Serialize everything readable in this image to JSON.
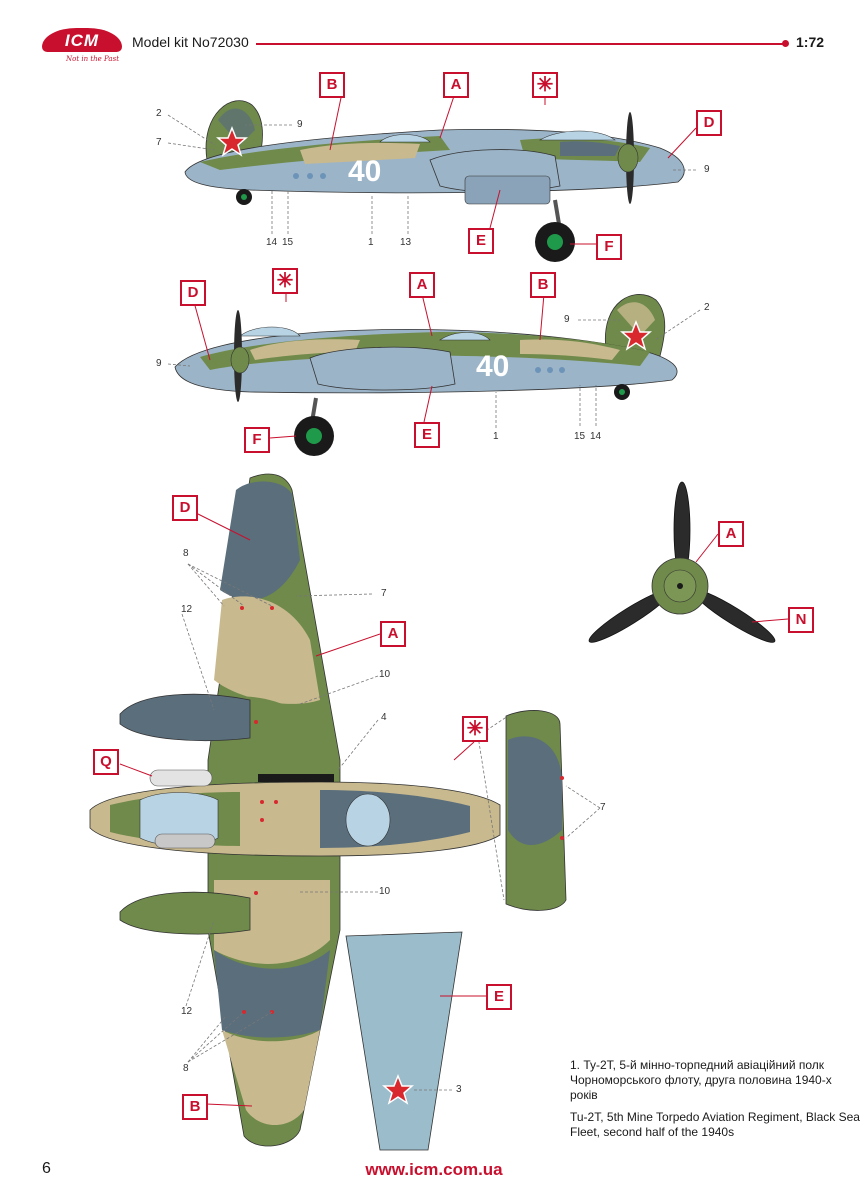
{
  "header": {
    "brand": "ICM",
    "tagline": "Not in the Past",
    "kit_label": "Model kit No72030",
    "scale": "1:72"
  },
  "callouts": {
    "A": "A",
    "B": "B",
    "D": "D",
    "E": "E",
    "F": "F",
    "N": "N",
    "Q": "Q",
    "star": "✳"
  },
  "numbers": {
    "n1": "1",
    "n2": "2",
    "n3": "3",
    "n4": "4",
    "n7": "7",
    "n8": "8",
    "n9": "9",
    "n10": "10",
    "n12": "12",
    "n13": "13",
    "n14": "14",
    "n15": "15"
  },
  "aircraft_code": "40",
  "caption": {
    "ua": "1. Ту-2Т, 5-й мінно-торпедний авіаційний полк Чорноморського флоту, друга половина 1940-х років",
    "en": "Tu-2T, 5th Mine Torpedo Aviation Regiment, Black Sea Fleet, second half of the 1940s"
  },
  "footer": {
    "page_number": "6",
    "website": "www.icm.com.ua"
  },
  "colors": {
    "brand_red": "#c8102e",
    "camo_green": "#6f8a4a",
    "camo_sand": "#c8b98e",
    "camo_grey_blue": "#5a6e7c",
    "underside_blue": "#9bb4c8"
  }
}
